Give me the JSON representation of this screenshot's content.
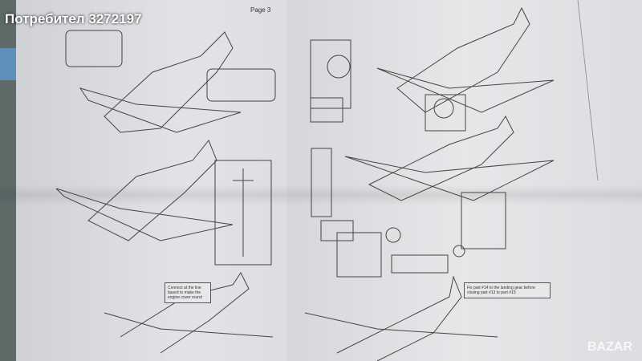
{
  "watermark": "Потребител 3272197",
  "page_label": "Page 3",
  "notes": {
    "left": "Connect at the line based to make the engine cover round",
    "right": "Fix part #14 to the landing gear before closing part #13 to part #15"
  },
  "logo": "BAZAR"
}
